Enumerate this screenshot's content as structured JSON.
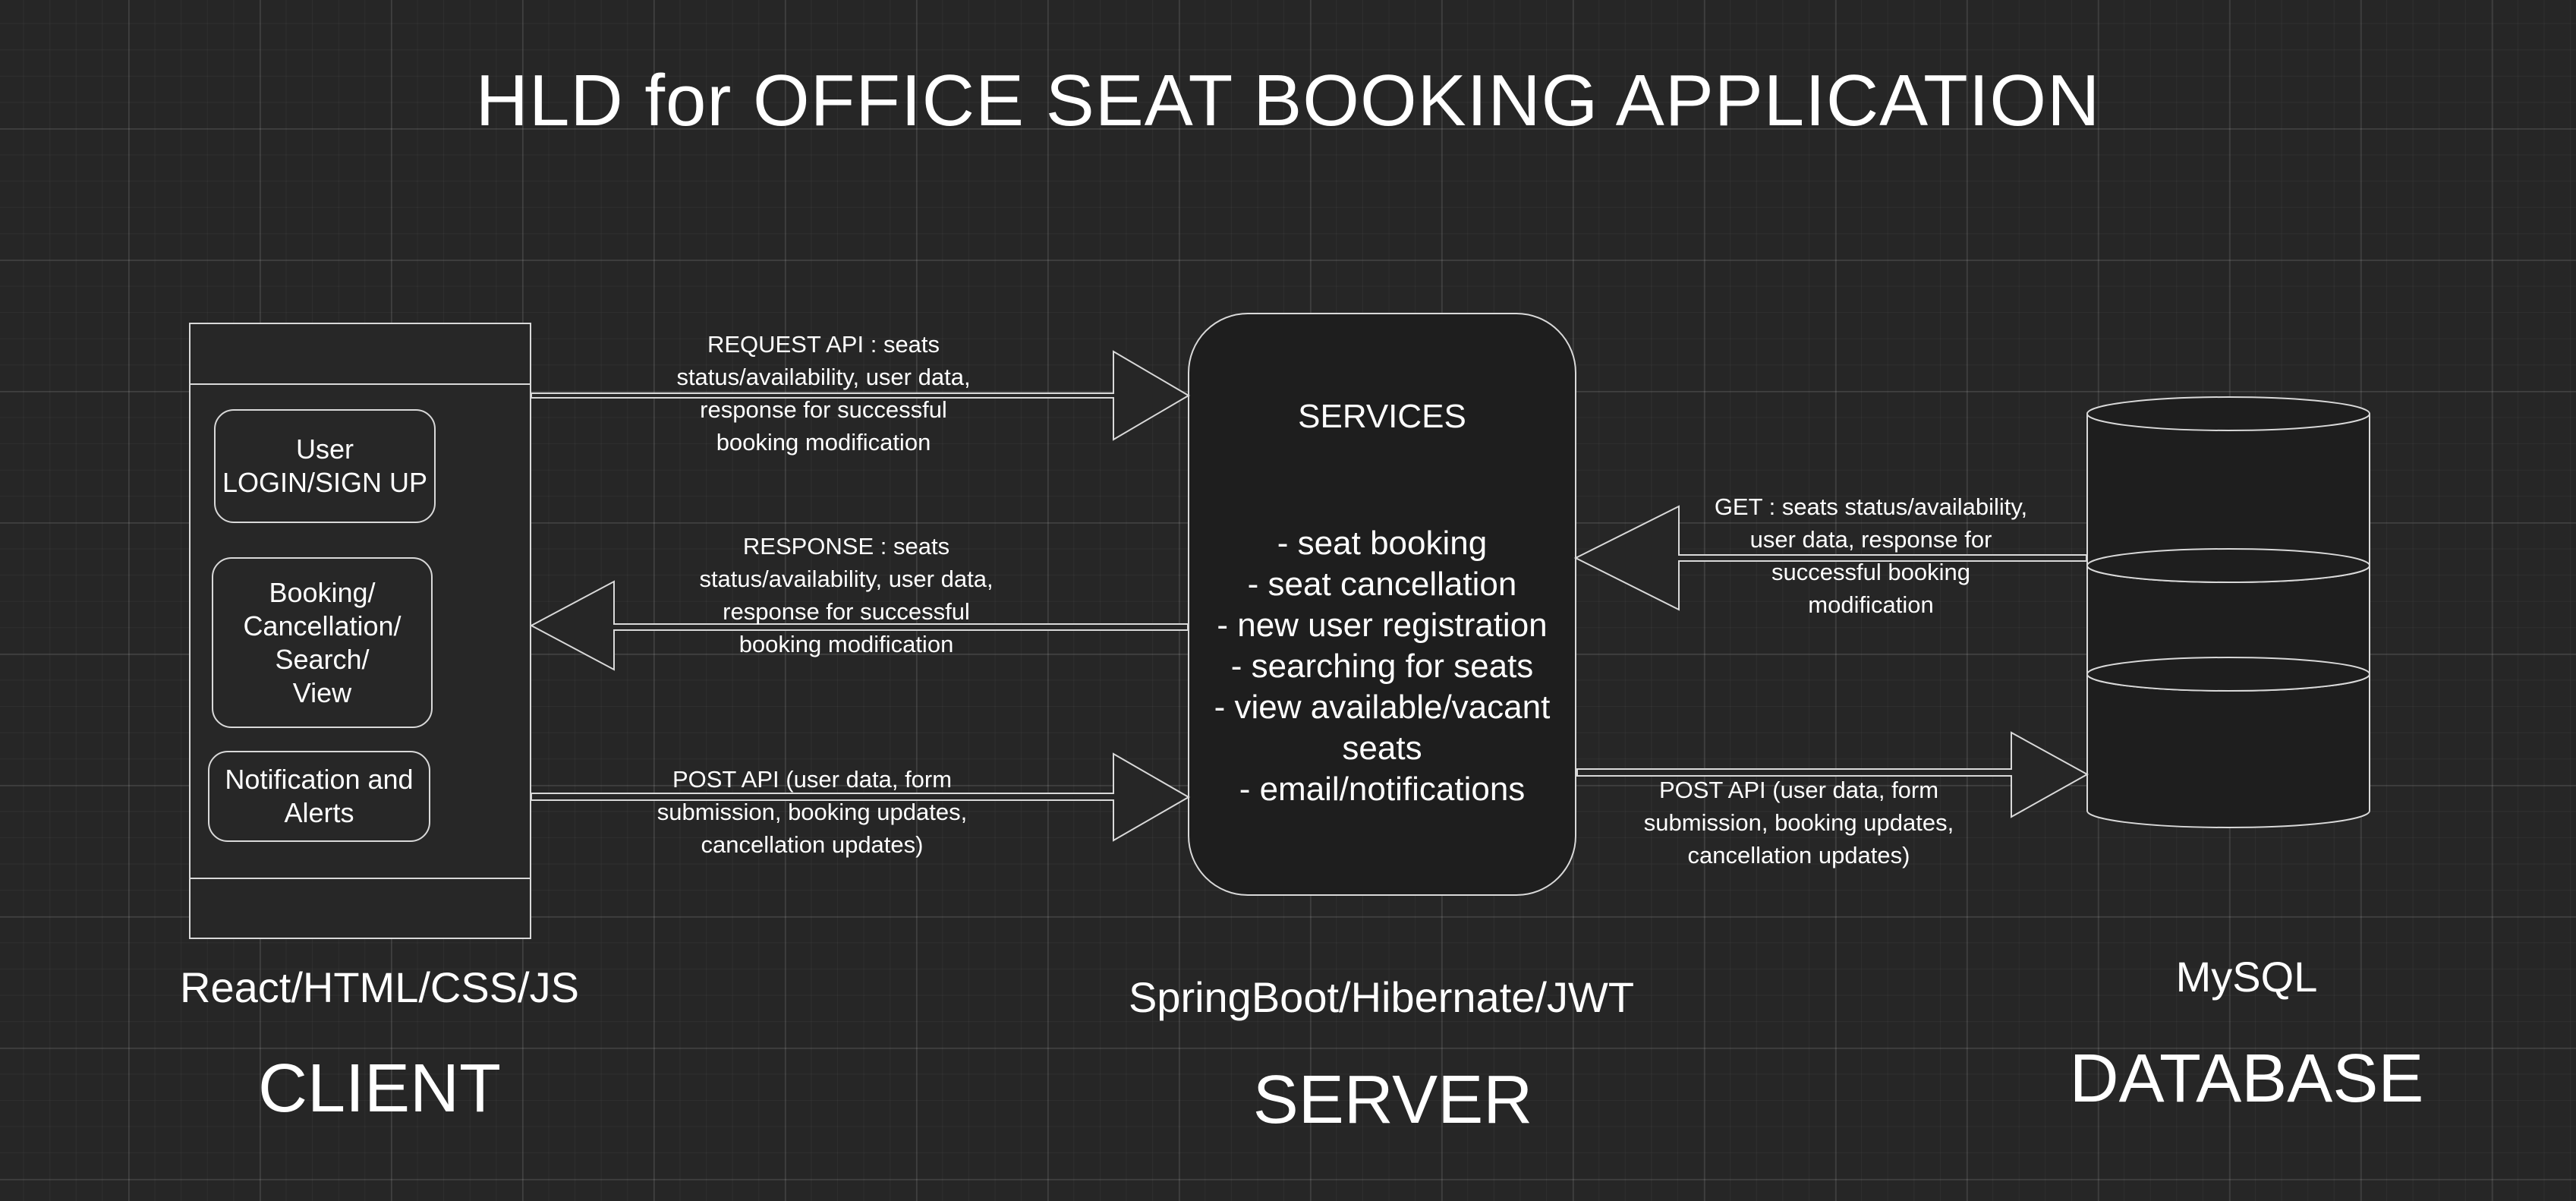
{
  "title": "HLD for OFFICE SEAT BOOKING APPLICATION",
  "client": {
    "modules": [
      {
        "label": "User\nLOGIN/SIGN UP"
      },
      {
        "label": "Booking/\nCancellation/\nSearch/\nView"
      },
      {
        "label": "Notification and\nAlerts"
      }
    ],
    "tech": "React/HTML/CSS/JS",
    "tier": "CLIENT"
  },
  "server": {
    "services_title": "SERVICES",
    "services": "- seat booking\n- seat cancellation\n- new user registration\n- searching for seats\n- view available/vacant\nseats\n- email/notifications",
    "tech": "SpringBoot/Hibernate/JWT",
    "tier": "SERVER"
  },
  "database": {
    "tech": "MySQL",
    "tier": "DATABASE"
  },
  "edges": {
    "request_api": "REQUEST API : seats\nstatus/availability, user data,\nresponse for successful\nbooking modification",
    "response": "RESPONSE : seats\nstatus/availability, user data,\nresponse for successful\nbooking modification",
    "post_api_client": "POST API (user data, form\nsubmission, booking updates,\ncancellation updates)",
    "get": "GET : seats status/availability,\nuser data, response for\nsuccessful booking\nmodification",
    "post_api_db": "POST API (user data, form\nsubmission, booking updates,\ncancellation updates)"
  },
  "colors": {
    "background": "#262626",
    "stroke": "#d9d9d9",
    "server_fill": "#1e1e1e"
  }
}
